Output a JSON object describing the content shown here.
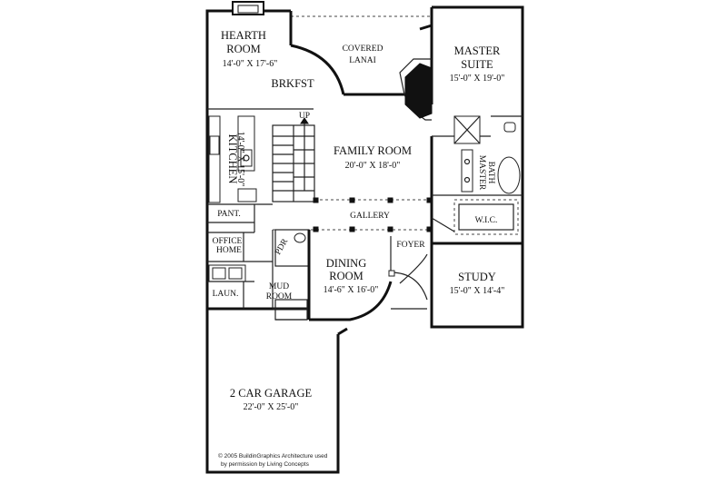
{
  "rooms": {
    "hearth": {
      "name_line1": "HEARTH",
      "name_line2": "ROOM",
      "size": "14'-0\" X 17'-6\""
    },
    "lanai": {
      "name_line1": "COVERED",
      "name_line2": "LANAI"
    },
    "master_suite": {
      "name_line1": "MASTER",
      "name_line2": "SUITE",
      "size": "15'-0\" X 19'-0\""
    },
    "breakfast": {
      "name": "BRKFST"
    },
    "kitchen": {
      "name": "KITCHEN",
      "size": "14'-0\" X 15'-0\""
    },
    "family": {
      "name": "FAMILY ROOM",
      "size": "20'-0\" X 18'-0\""
    },
    "stair": {
      "label": "UP"
    },
    "master_bath": {
      "name_line1": "MASTER",
      "name_line2": "BATH"
    },
    "wic": {
      "name": "W.I.C."
    },
    "pantry": {
      "name": "PANT."
    },
    "gallery": {
      "name": "GALLERY"
    },
    "office": {
      "name_line1": "OFFICE",
      "name_line2": "HOME"
    },
    "powder": {
      "name": "PDR"
    },
    "foyer": {
      "name": "FOYER"
    },
    "dining": {
      "name_line1": "DINING",
      "name_line2": "ROOM",
      "size": "14'-6\" X 16'-0\""
    },
    "study": {
      "name": "STUDY",
      "size": "15'-0\" X 14'-4\""
    },
    "laundry": {
      "name": "LAUN."
    },
    "mud": {
      "name_line1": "MUD",
      "name_line2": "ROOM"
    },
    "garage": {
      "name": "2 CAR GARAGE",
      "size": "22'-0\" X 25'-0\""
    }
  },
  "copyright": {
    "line1": "© 2005 BuildinGraphics Architecture used",
    "line2": "by permission by Living Concepts"
  }
}
